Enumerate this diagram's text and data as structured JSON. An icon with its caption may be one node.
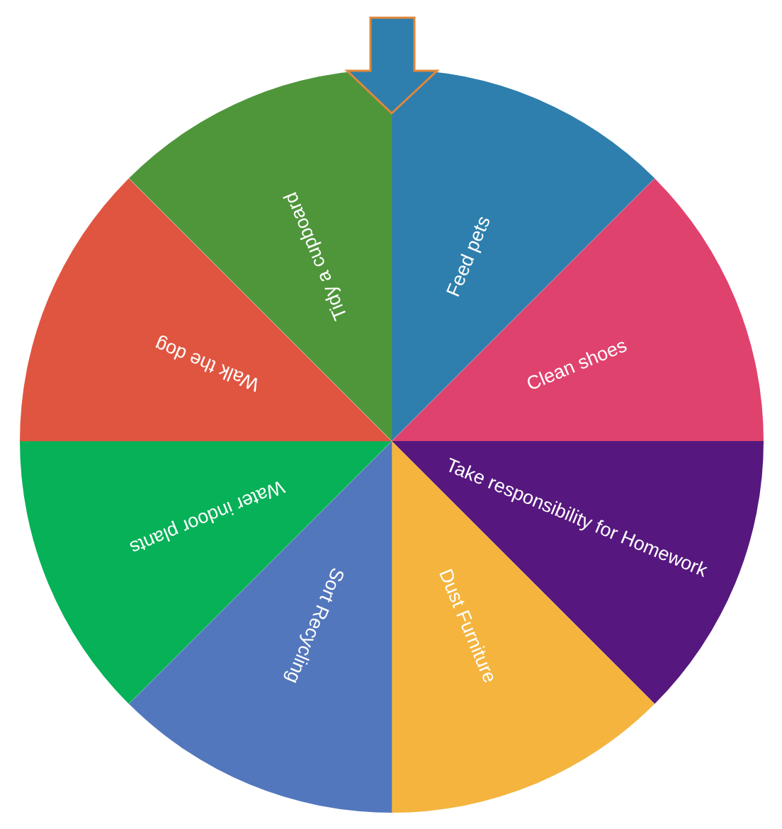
{
  "diagram": {
    "nodes": [
      {
        "text": [
          "Feed pets"
        ]
      },
      {
        "text": [
          "Clean shoes"
        ]
      },
      {
        "text": [
          "Take responsibility for Homework"
        ]
      },
      {
        "text": [
          "Dust Furniture"
        ]
      },
      {
        "text": [
          "Sort Recycling"
        ]
      },
      {
        "text": [
          "Water indoor plants"
        ]
      },
      {
        "text": [
          "Walk the dog"
        ]
      },
      {
        "text": [
          "Tidy a cupboard"
        ]
      },
      {
        "text": [],
        "shape": "arrow"
      }
    ]
  }
}
